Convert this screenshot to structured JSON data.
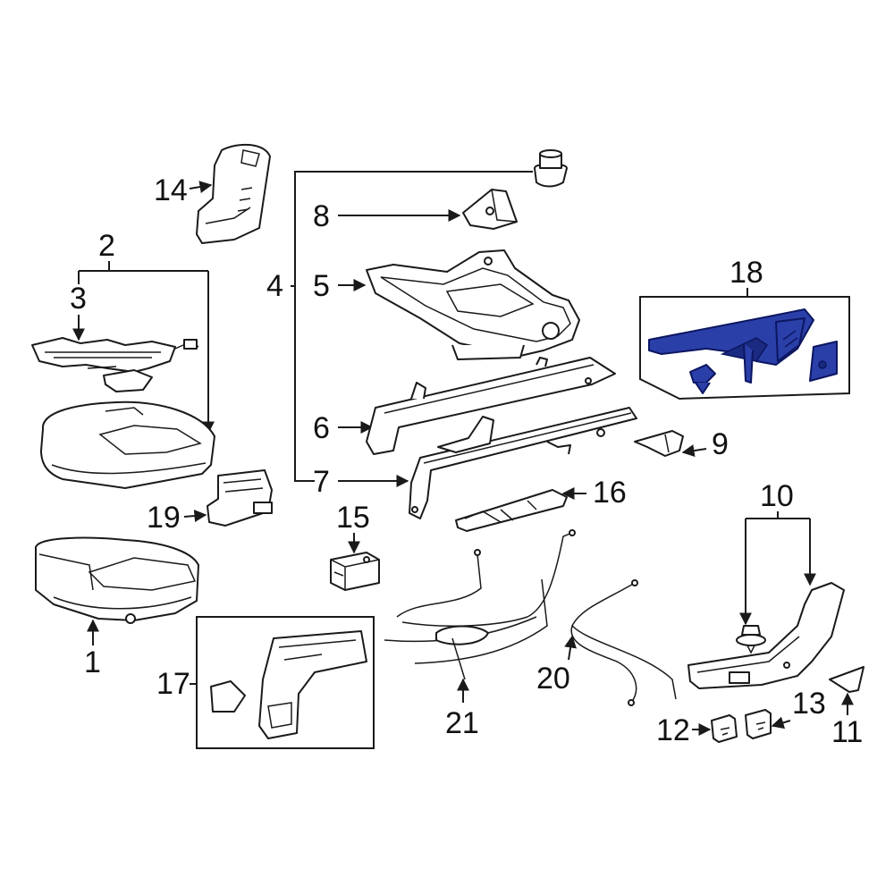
{
  "highlight_color": "#2a3fa8",
  "callouts": {
    "c1": "1",
    "c2": "2",
    "c3": "3",
    "c4": "4",
    "c5": "5",
    "c6": "6",
    "c7": "7",
    "c8": "8",
    "c9": "9",
    "c10": "10",
    "c11": "11",
    "c12": "12",
    "c13": "13",
    "c14": "14",
    "c15": "15",
    "c16": "16",
    "c17": "17",
    "c18": "18",
    "c19": "19",
    "c20": "20",
    "c21": "21"
  }
}
